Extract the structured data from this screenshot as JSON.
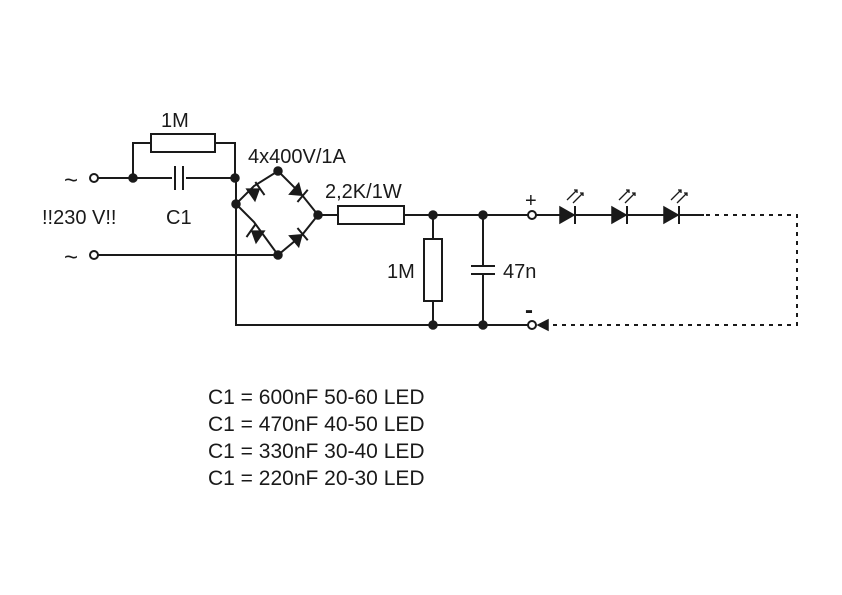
{
  "labels": {
    "r_top": "1M",
    "c1": "C1",
    "bridge": "4x400V/1A",
    "r_series": "2,2K/1W",
    "r_shunt": "1M",
    "c_filter": "47n",
    "mains_voltage": "!!230 V!!",
    "ac_symbol": "~",
    "plus": "+",
    "minus": "-"
  },
  "legend": [
    "C1 = 600nF 50-60 LED",
    "C1 = 470nF 40-50 LED",
    "C1 = 330nF 30-40 LED",
    "C1 = 220nF 20-30 LED"
  ],
  "colors": {
    "ink": "#1a1a1a",
    "background": "#ffffff"
  }
}
